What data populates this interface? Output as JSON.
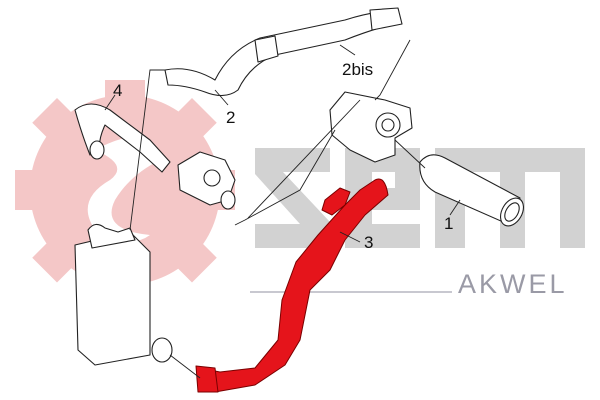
{
  "diagram": {
    "part_labels": [
      "1",
      "2",
      "2bis",
      "3",
      "4"
    ],
    "highlighted_part": "3",
    "highlight_color": "#e5141b"
  },
  "branding": {
    "logo_text": "SEIM",
    "logo_color": "#cfcfcf",
    "gear_color": "#f4c7c7",
    "subbrand": "AKWEL",
    "subbrand_color": "#9a9aa6"
  }
}
